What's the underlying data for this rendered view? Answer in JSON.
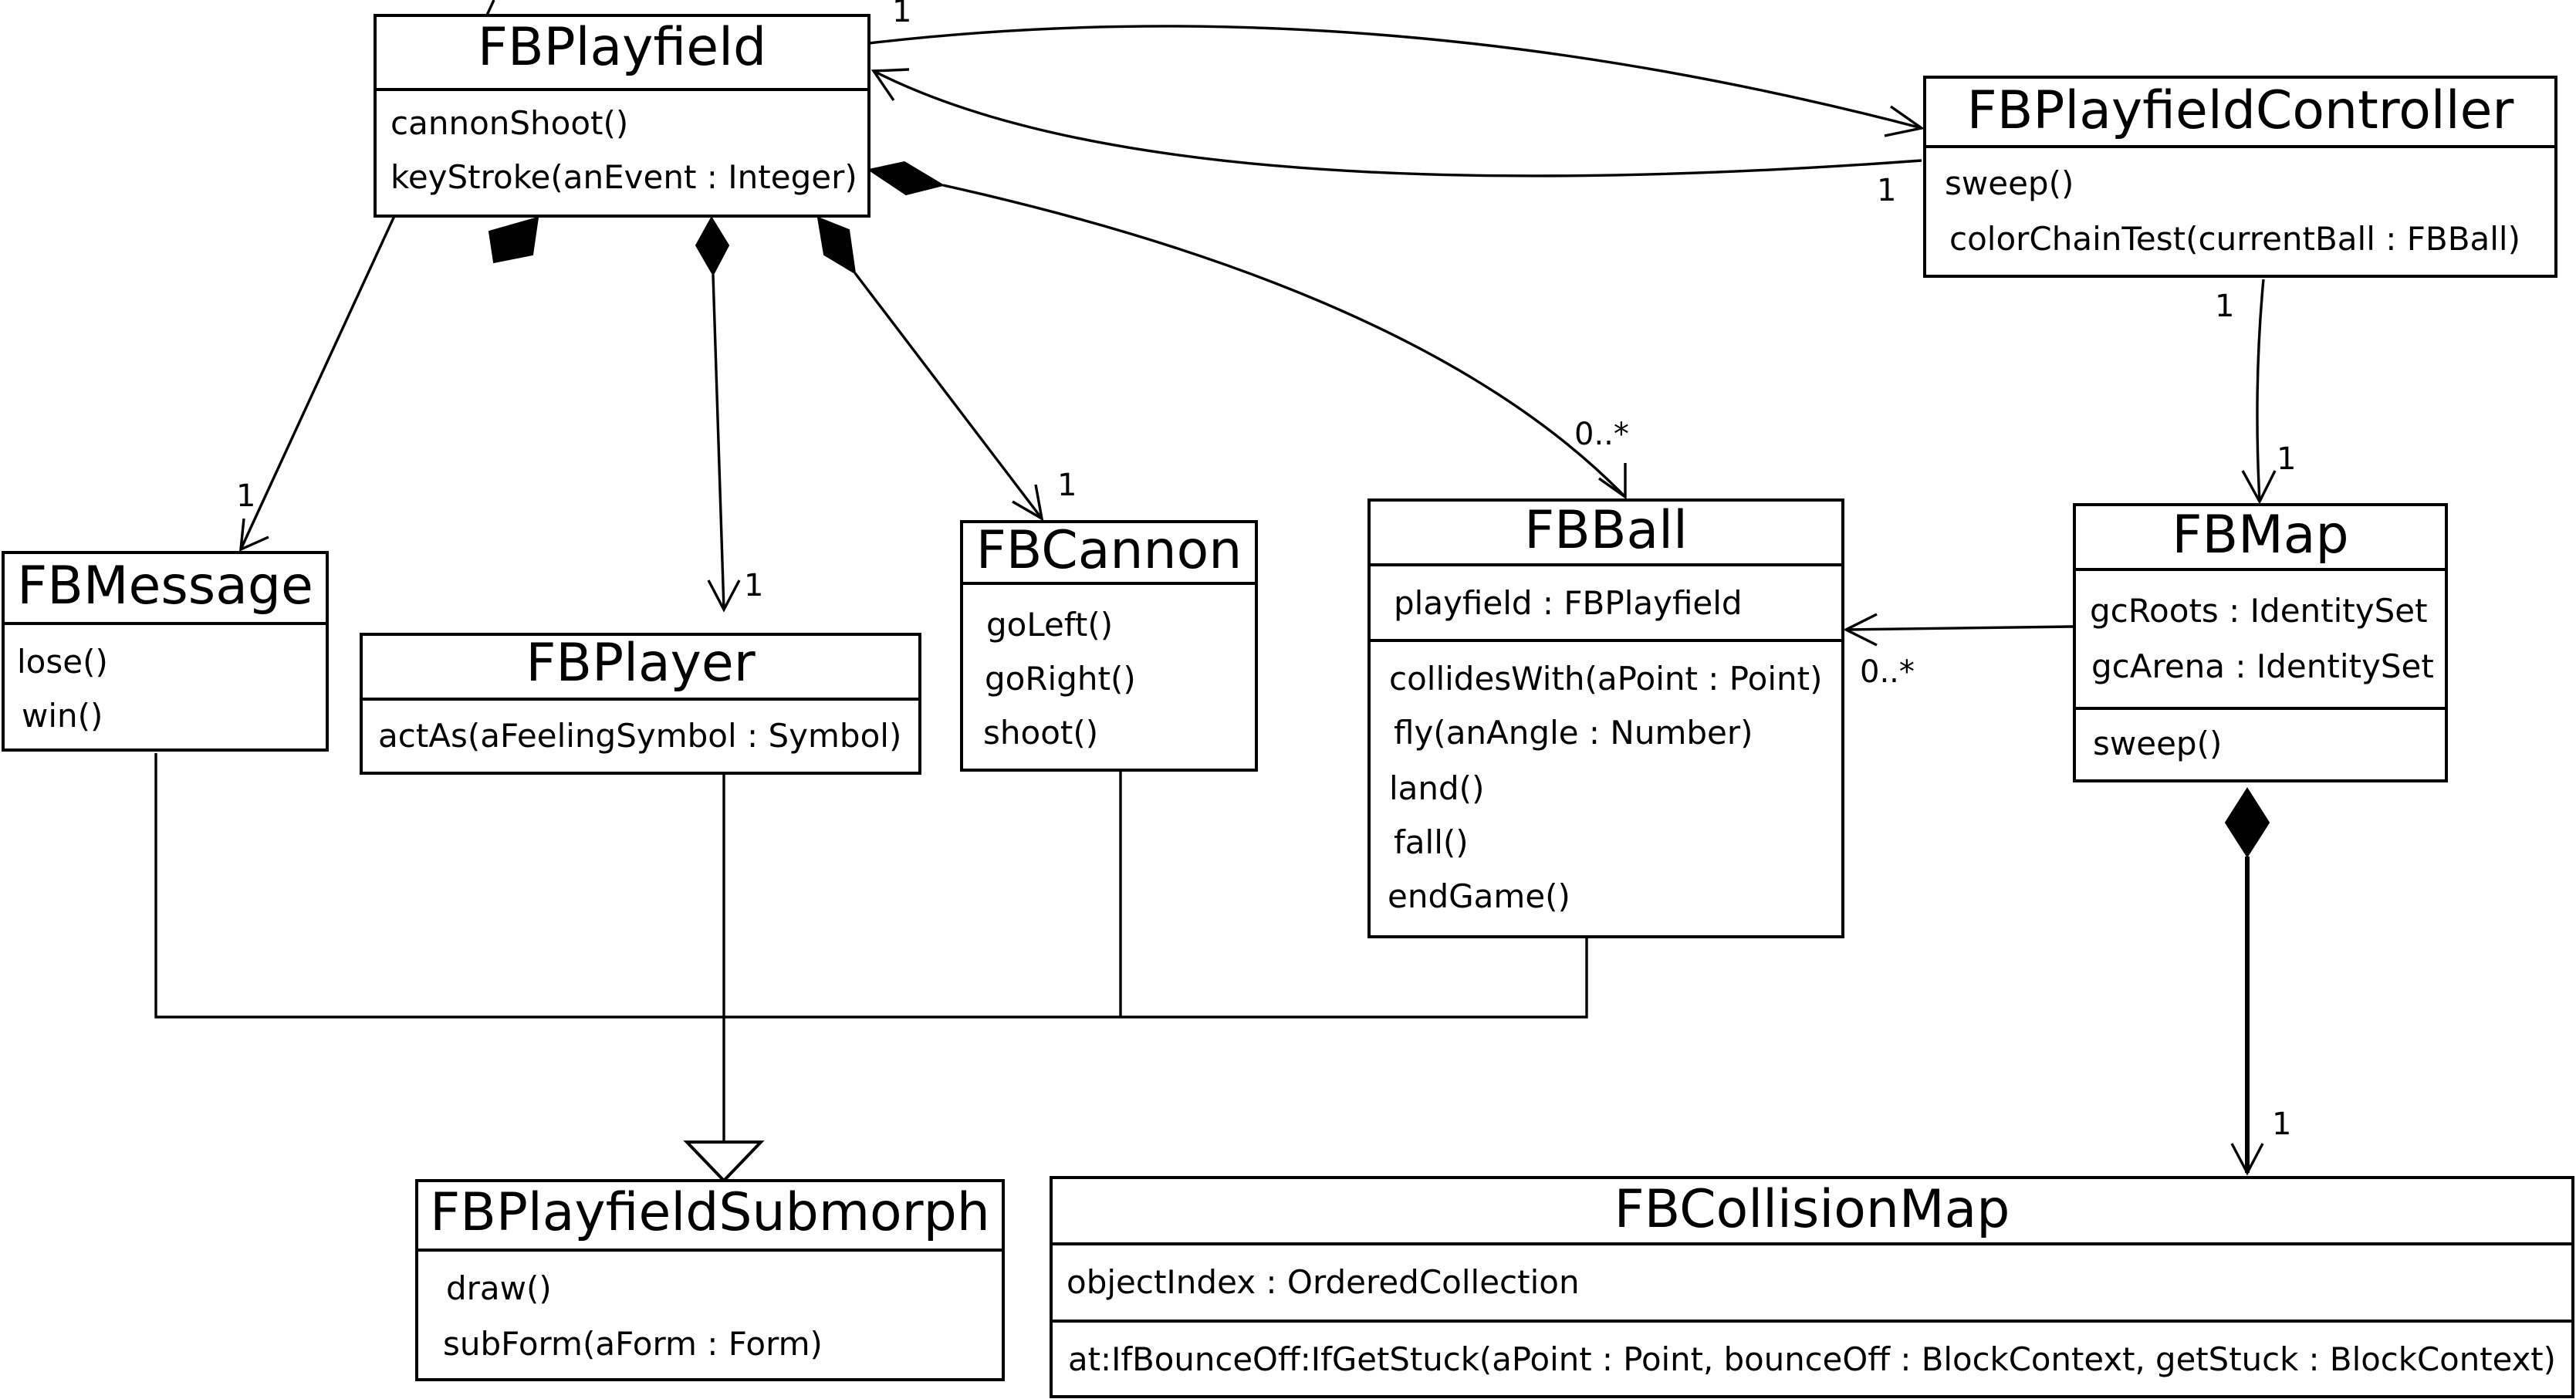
{
  "classes": {
    "playfield": {
      "name": "FBPlayfield",
      "attributes": [],
      "operations": [
        "cannonShoot()",
        "keyStroke(anEvent : Integer)"
      ]
    },
    "controller": {
      "name": "FBPlayfieldController",
      "attributes": [],
      "operations": [
        "sweep()",
        "colorChainTest(currentBall : FBBall)"
      ]
    },
    "message": {
      "name": "FBMessage",
      "attributes": [],
      "operations": [
        "lose()",
        "win()"
      ]
    },
    "player": {
      "name": "FBPlayer",
      "attributes": [],
      "operations": [
        "actAs(aFeelingSymbol : Symbol)"
      ]
    },
    "cannon": {
      "name": "FBCannon",
      "attributes": [],
      "operations": [
        "goLeft()",
        "goRight()",
        "shoot()"
      ]
    },
    "ball": {
      "name": "FBBall",
      "attributes": [
        "playfield : FBPlayfield"
      ],
      "operations": [
        "collidesWith(aPoint : Point)",
        "fly(anAngle : Number)",
        "land()",
        "fall()",
        "endGame()"
      ]
    },
    "map": {
      "name": "FBMap",
      "attributes": [
        "gcRoots : IdentitySet",
        "gcArena : IdentitySet"
      ],
      "operations": [
        "sweep()"
      ]
    },
    "submorph": {
      "name": "FBPlayfieldSubmorph",
      "attributes": [],
      "operations": [
        "draw()",
        "subForm(aForm : Form)"
      ]
    },
    "collision": {
      "name": "FBCollisionMap",
      "attributes": [
        "objectIndex : OrderedCollection"
      ],
      "operations": [
        "at:IfBounceOff:IfGetStuck(aPoint : Point, bounceOff : BlockContext, getStuck : BlockContext)"
      ]
    }
  },
  "multiplicities": {
    "playfield_to_controller_source": "1",
    "playfield_to_controller_target": "1",
    "controller_to_map_source": "1",
    "controller_to_map_target": "1",
    "playfield_to_message": "1",
    "playfield_to_player": "1",
    "playfield_to_cannon": "1",
    "playfield_to_ball": "0..*",
    "map_to_ball": "0..*",
    "map_to_collision": "1"
  }
}
